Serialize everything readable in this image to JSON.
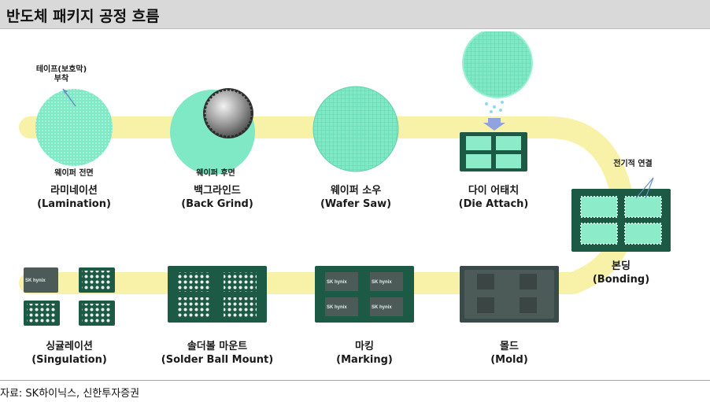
{
  "title": "반도체 패키지 공정 흐름",
  "source": "자료: SK하이닉스, 신한투자증권",
  "annotations": {
    "tape": [
      "테이프(보호막)",
      "부착"
    ],
    "wafer_front": "웨이퍼 전면",
    "wafer_back": "웨이퍼 후면",
    "electrical": "전기적 연결"
  },
  "chip_brand": "SK hynix",
  "steps": [
    {
      "ko": "라미네이션",
      "en": "(Lamination)"
    },
    {
      "ko": "백그라인드",
      "en": "(Back Grind)"
    },
    {
      "ko": "웨이퍼 소우",
      "en": "(Wafer Saw)"
    },
    {
      "ko": "다이 어태치",
      "en": "(Die Attach)"
    },
    {
      "ko": "본딩",
      "en": "(Bonding)"
    },
    {
      "ko": "몰드",
      "en": "(Mold)"
    },
    {
      "ko": "마킹",
      "en": "(Marking)"
    },
    {
      "ko": "솔더볼 마운트",
      "en": "(Solder Ball Mount)"
    },
    {
      "ko": "싱귤레이션",
      "en": "(Singulation)"
    }
  ],
  "colors": {
    "flow": "#f7f2a8",
    "wafer": "#7fe8c4",
    "substrate": "#1d5a45",
    "die": "#8cecc9",
    "chip_dark": "#3a4a48",
    "title_bg": "#d9d9d9"
  }
}
